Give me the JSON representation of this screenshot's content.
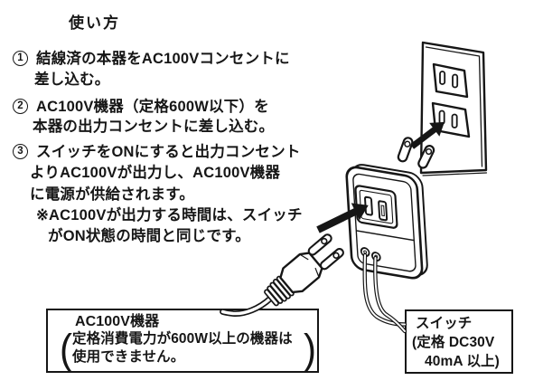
{
  "page": {
    "background": "#ffffff",
    "ink_color": "#161616"
  },
  "title": "使い方",
  "instructions": [
    {
      "num": "1",
      "lines": [
        "結線済の本器をAC100Vコンセントに",
        "差し込む。"
      ]
    },
    {
      "num": "2",
      "lines": [
        "AC100V機器（定格600W以下）を",
        "本器の出力コンセントに差し込む。"
      ]
    },
    {
      "num": "3",
      "lines": [
        "スイッチをONにすると出力コンセント",
        "よりAC100Vが出力し、AC100V機器",
        "に電源が供給されます。",
        "※AC100Vが出力する時間は、スイッチ",
        "がON状態の時間と同じです。"
      ]
    }
  ],
  "appliance_box": {
    "title": "AC100V機器",
    "paren_open": "(",
    "paren_close": ")",
    "lines": [
      "定格消費電力が600W以上の機器は",
      "使用できません。"
    ]
  },
  "switch_box": {
    "lines": [
      "スイッチ",
      "(定格 DC30V",
      "40mA 以上)"
    ]
  }
}
